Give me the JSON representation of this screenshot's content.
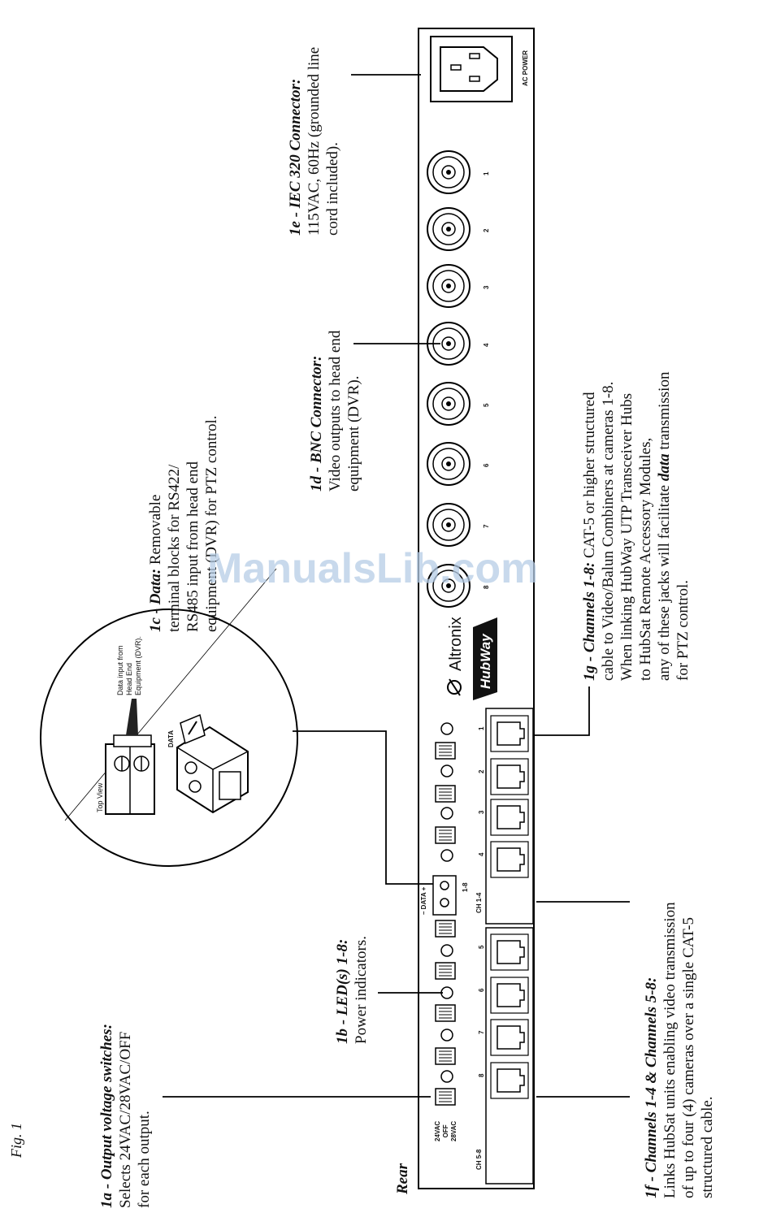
{
  "figure_label": "Fig. 1",
  "view_label": "Rear",
  "watermark": "ManualsLib.com",
  "callouts": {
    "a": {
      "title": "1a - Output voltage switches:",
      "lines": [
        "Selects 24VAC/28VAC/OFF",
        "for each output."
      ]
    },
    "b": {
      "title": "1b - LED(s) 1-8:",
      "lines": [
        "Power indicators."
      ]
    },
    "c": {
      "title": "1c - Data:",
      "first": " Removable",
      "lines": [
        "terminal blocks for RS422/",
        "RS485 input from head end",
        "equipment (DVR) for PTZ control."
      ]
    },
    "d": {
      "title": "1d - BNC Connector:",
      "lines": [
        "Video outputs to head end",
        "equipment (DVR)."
      ]
    },
    "e": {
      "title": "1e - IEC 320 Connector:",
      "lines": [
        "115VAC, 60Hz (grounded line",
        "cord included)."
      ]
    },
    "f": {
      "title": "1f - Channels 1-4 & Channels 5-8:",
      "lines": [
        "Links HubSat units enabling video transmission",
        "of up to four (4) cameras over a single CAT-5",
        "structured cable."
      ]
    },
    "g": {
      "title": "1g - Channels 1-8:",
      "first": " CAT-5 or higher structured",
      "lines": [
        "cable to Video/Balun Combiners at cameras 1-8.",
        "When linking HubWay UTP Transceiver Hubs",
        "to HubSat Remote Accessory Modules,"
      ],
      "last_pre": "any of these jacks will facilitate ",
      "last_em": "data",
      "last_post": " transmission",
      "tail": "for PTZ control."
    }
  },
  "panel": {
    "ac_power": "AC POWER",
    "brand": "Altronix",
    "product": "HubWay",
    "switch_labels": [
      "24VAC",
      "OFF",
      "28VAC"
    ],
    "data_label": "– DATA +",
    "data_sub": "1-8",
    "group_a": "CH 1-4",
    "group_b": "CH 5-8",
    "bnc_numbers": [
      "1",
      "2",
      "3",
      "4",
      "5",
      "6",
      "7",
      "8"
    ],
    "channel_numbers": [
      "1",
      "2",
      "3",
      "4",
      "5",
      "6",
      "7",
      "8"
    ]
  },
  "inset": {
    "top_view": "Top View",
    "data": "DATA",
    "note_lines": [
      "Data input from",
      "Head End",
      "Equipment (DVR)."
    ]
  }
}
